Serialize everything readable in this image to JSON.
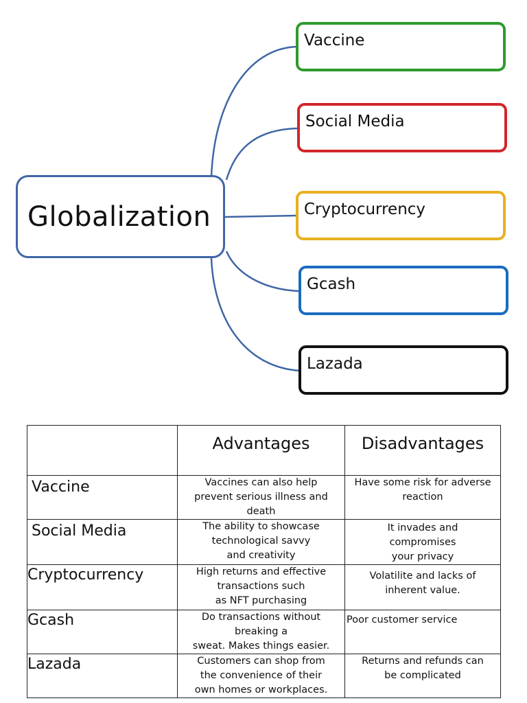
{
  "central": {
    "label": "Globalization"
  },
  "topics": [
    {
      "label": "Vaccine",
      "color": "#2e9b2e"
    },
    {
      "label": "Social Media",
      "color": "#d1262b"
    },
    {
      "label": "Cryptocurrency",
      "color": "#e8b021"
    },
    {
      "label": "Gcash",
      "color": "#1a6bbf"
    },
    {
      "label": "Lazada",
      "color": "#111111"
    }
  ],
  "connector_color": "#3f66a6",
  "table": {
    "headers": [
      "",
      "Advantages",
      "Disadvantages"
    ],
    "rows": [
      {
        "label": "Vaccine",
        "advantage": "Vaccines can also help\nprevent serious illness and\ndeath",
        "disadvantage": "Have some risk for adverse\nreaction"
      },
      {
        "label": "Social Media",
        "advantage": "The ability to showcase\ntechnological savvy\nand creativity",
        "disadvantage": "It invades and\ncompromises\nyour privacy"
      },
      {
        "label": "Cryptocurrency",
        "advantage": "High returns and effective\ntransactions such\nas NFT purchasing",
        "disadvantage": "Volatilite and lacks of\ninherent value."
      },
      {
        "label": "Gcash",
        "advantage": "Do transactions without\nbreaking a\nsweat. Makes things easier.",
        "disadvantage": "Poor customer service"
      },
      {
        "label": "Lazada",
        "advantage": "Customers can shop from\nthe convenience of their\nown homes or workplaces.",
        "disadvantage": "Returns and refunds can\nbe complicated"
      }
    ]
  }
}
